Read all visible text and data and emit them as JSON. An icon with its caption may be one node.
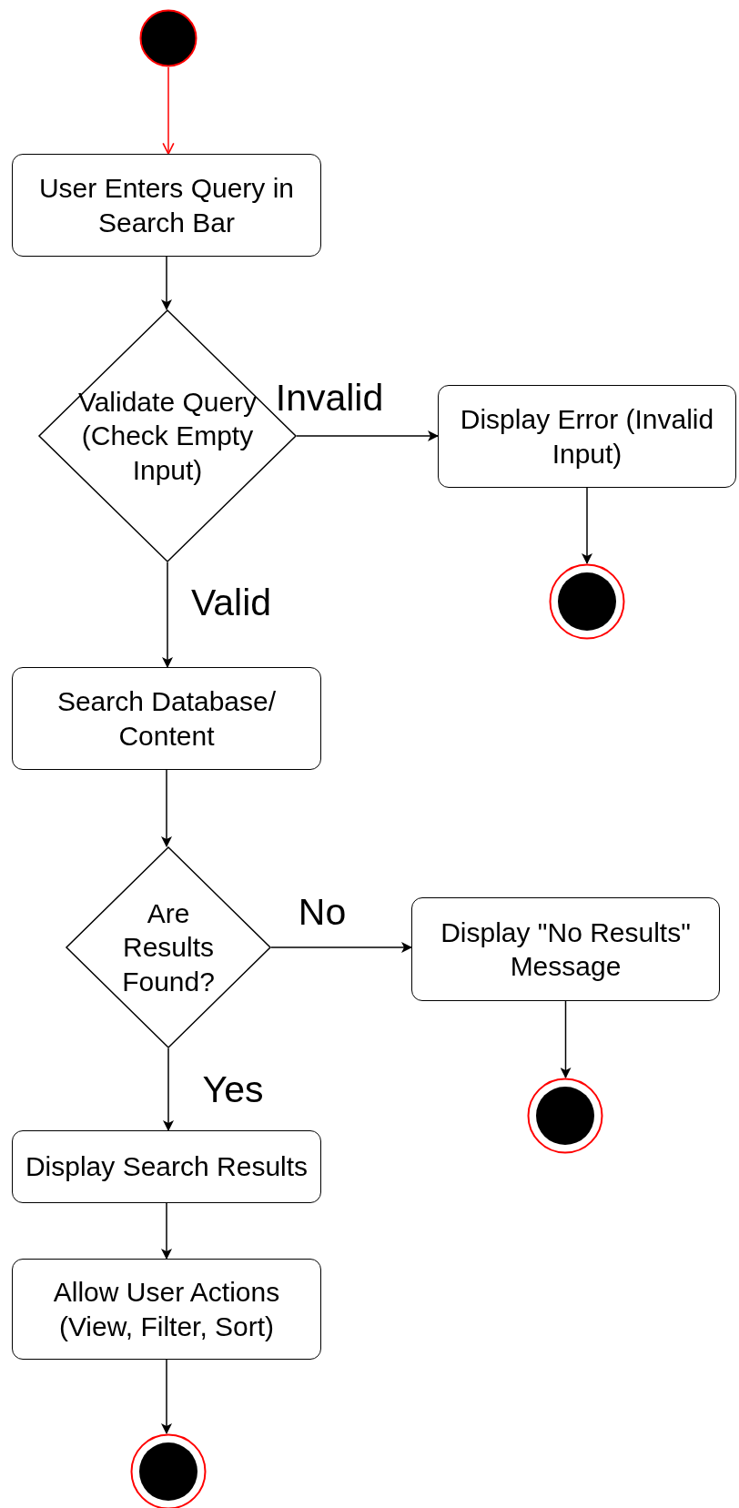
{
  "diagram": {
    "nodes": [
      {
        "text": [],
        "shape": "circle"
      },
      {
        "text": [
          "User Enters Query in Search Bar"
        ]
      },
      {
        "text": [
          "Validate Query (Check Empty Input)"
        ]
      },
      {
        "text": [
          "Display Error (Invalid Input)"
        ]
      },
      {
        "text": [],
        "shape": "bullseye"
      },
      {
        "text": [
          "Search Database/ Content"
        ]
      },
      {
        "text": [
          "Are Results Found?"
        ]
      },
      {
        "text": [
          "Display \"No Results\" Message"
        ]
      },
      {
        "text": [],
        "shape": "bullseye"
      },
      {
        "text": [
          "Display Search Results"
        ]
      },
      {
        "text": [
          "Allow User Actions (View, Filter, Sort)"
        ]
      },
      {
        "text": [],
        "shape": "bullseye"
      }
    ],
    "edges": [
      {
        "from": 0,
        "to": 1,
        "arrow": "to",
        "color": "#ff0000"
      },
      {
        "from": 1,
        "to": 2,
        "arrow": "to"
      },
      {
        "from": 2,
        "to": 3,
        "arrow": "to",
        "label": "Invalid"
      },
      {
        "from": 2,
        "to": 5,
        "arrow": "to",
        "label": "Valid"
      },
      {
        "from": 3,
        "to": 4,
        "arrow": "to"
      },
      {
        "from": 5,
        "to": 6,
        "arrow": "to"
      },
      {
        "from": 6,
        "to": 7,
        "arrow": "to",
        "label": "No"
      },
      {
        "from": 6,
        "to": 9,
        "arrow": "to",
        "label": "Yes"
      },
      {
        "from": 7,
        "to": 8,
        "arrow": "to"
      },
      {
        "from": 9,
        "to": 10,
        "arrow": "to"
      },
      {
        "from": 10,
        "to": 11,
        "arrow": "to"
      }
    ]
  }
}
